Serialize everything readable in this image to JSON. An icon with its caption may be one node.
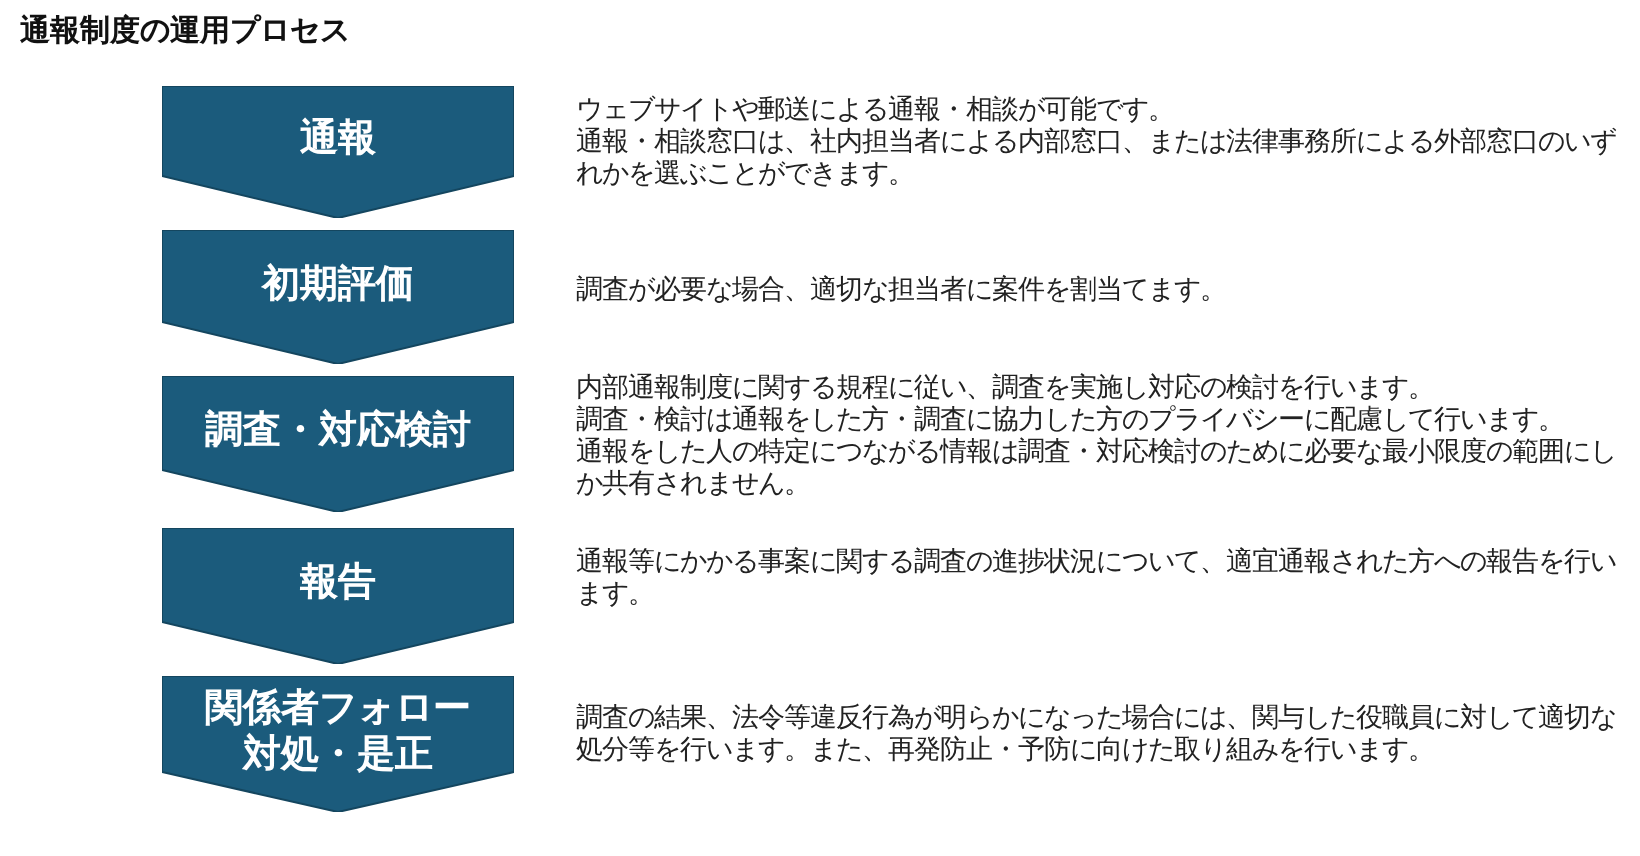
{
  "diagram": {
    "title": "通報制度の運用プロセス",
    "nodes": [
      {
        "text": [
          "通報"
        ],
        "beside": [
          "ウェブサイトや郵送による通報・相談が可能です。",
          "通報・相談窓口は、社内担当者による内部窓口、または法律事務所による外部窓口のいずれかを選ぶことができます。"
        ]
      },
      {
        "text": [
          "初期評価"
        ],
        "beside": [
          "調査が必要な場合、適切な担当者に案件を割当てます。"
        ]
      },
      {
        "text": [
          "調査・対応検討"
        ],
        "beside": [
          "内部通報制度に関する規程に従い、調査を実施し対応の検討を行います。",
          "調査・検討は通報をした方・調査に協力した方のプライバシーに配慮して行います。",
          "通報をした人の特定につながる情報は調査・対応検討のために必要な最小限度の範囲にしか共有されません。"
        ]
      },
      {
        "text": [
          "報告"
        ],
        "beside": [
          "通報等にかかる事案に関する調査の進捗状況について、適宜通報された方への報告を行います。"
        ]
      },
      {
        "text": [
          "関係者フォロー対処・是正"
        ],
        "beside": [
          "調査の結果、法令等違反行為が明らかになった場合には、関与した役職員に対して適切な処分等を行います。また、再発防止・予防に向けた取り組みを行います。"
        ]
      }
    ]
  }
}
